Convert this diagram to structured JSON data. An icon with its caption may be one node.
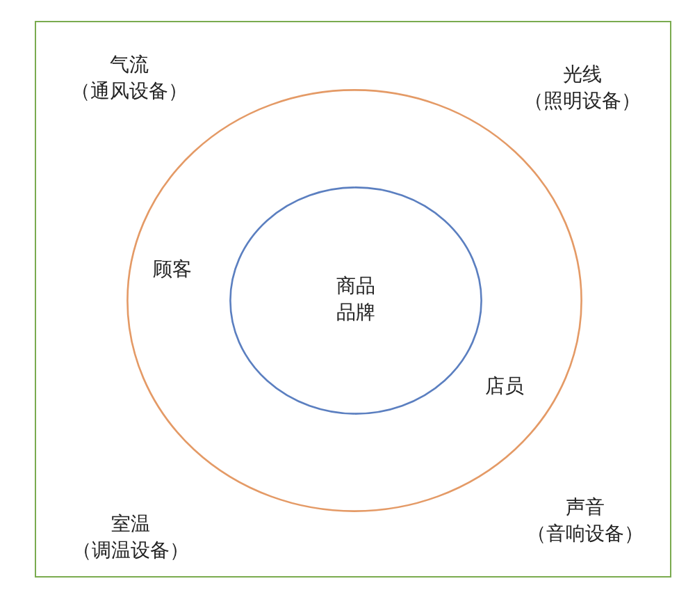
{
  "diagram": {
    "nodes": [
      {
        "text": [
          "气流（通风设备）",
          "光线（照明设备）",
          "室温（调温设备）",
          "声音（音响设备）"
        ]
      },
      {
        "text": [
          "顾客",
          "店员"
        ],
        "in": 0
      },
      {
        "text": [
          "商品品牌"
        ],
        "in": 1
      }
    ]
  }
}
